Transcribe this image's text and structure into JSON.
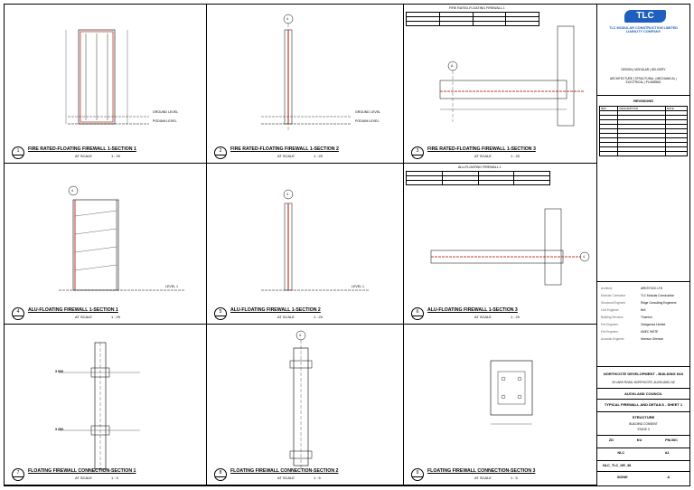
{
  "panels": [
    {
      "num": "1",
      "sheet": "-",
      "title": "FIRE RATED-FLOATING FIREWALL 1-SECTION 1",
      "scale_label": "AT SCALE",
      "ratio": "1 : 20"
    },
    {
      "num": "2",
      "sheet": "-",
      "title": "FIRE RATED-FLOATING FIREWALL 1-SECTION 2",
      "scale_label": "AT SCALE",
      "ratio": "1 : 20"
    },
    {
      "num": "3",
      "sheet": "-",
      "title": "FIRE RATED-FLOATING FIREWALL 1-SECTION 3",
      "scale_label": "AT SCALE",
      "ratio": "1 : 20"
    },
    {
      "num": "4",
      "sheet": "-",
      "title": "ALU-FLOATING FIREWALL 1-SECTION 1",
      "scale_label": "AT SCALE",
      "ratio": "1 : 20"
    },
    {
      "num": "5",
      "sheet": "-",
      "title": "ALU-FLOATING FIREWALL 1-SECTION 2",
      "scale_label": "AT SCALE",
      "ratio": "1 : 20"
    },
    {
      "num": "6",
      "sheet": "-",
      "title": "ALU-FLOATING FIREWALL 1-SECTION 3",
      "scale_label": "AT SCALE",
      "ratio": "1 : 20"
    },
    {
      "num": "7",
      "sheet": "-",
      "title": "FLOATING FIREWALL CONNECTION-SECTION 1",
      "scale_label": "AT SCALE",
      "ratio": "1 : 5"
    },
    {
      "num": "8",
      "sheet": "-",
      "title": "FLOATING FIREWALL CONNECTION-SECTION 2",
      "scale_label": "AT SCALE",
      "ratio": "1 : 5"
    },
    {
      "num": "9",
      "sheet": "-",
      "title": "FLOATING FIREWALL CONNECTION-SECTION 3",
      "scale_label": "AT SCALE",
      "ratio": "1 : 5"
    }
  ],
  "annotations": {
    "ground_level": "GROUND LEVEL",
    "podium_level": "PODIUM LEVEL",
    "level_1": "LEVEL 1",
    "grid_a": "A",
    "grid_4": "4",
    "dim_3000": "3 000",
    "dim_3200": "3 200",
    "table_title_fire": "FIRE RATED-FLOATING FIREWALL 1",
    "table_title_alu": "ALU-FLOATING FIREWALL 1"
  },
  "titleblock": {
    "logo": "TLC",
    "company": "TLC MODULAR CONSTRUCTION LIMITED LIABILITY COMPANY",
    "tagline": "DESIGN | MODULAR | DELIVERY",
    "services": "ARCHITECTURE | STRUCTURAL | MECHANICAL | ELECTRICAL | PLUMBING",
    "revisions_header": "REVISIONS",
    "rev_cols": [
      "REV",
      "DESCRIPTION",
      "DATE"
    ],
    "consultants": [
      [
        "Architect",
        "ARKSTOCK LTD"
      ],
      [
        "Modular Contractor",
        "TLC Modular Construction"
      ],
      [
        "Structural Engineer",
        "Ridge Consulting Engineers"
      ],
      [
        "Civil Engineer",
        "Bell"
      ],
      [
        "Building Services",
        "Thornton"
      ],
      [
        "Fire Engineer",
        "Octagonica Limited"
      ],
      [
        "Fire Engineer",
        "AMEC WSTE"
      ],
      [
        "Acoustic Engineer",
        "Harrison Grierson"
      ]
    ],
    "project": "NORTHCOTE DEVELOPMENT - BUILDING N16",
    "address": "20 LAKE ROAD, NORTHCOTE, AUCKLAND, NZ",
    "council": "AUCKLAND COUNCIL",
    "drawing_title": "TYPICAL FIREWALL AND DETAILS - SHEET 1",
    "discipline": "STRUCTURE",
    "stage": "BUILDING CONSENT",
    "stage2": "STAGE 3",
    "codes": [
      "ZD",
      "KU",
      "PN/JDC"
    ],
    "client": "NLC",
    "size": "A1",
    "drawing_no": "NLC_TLC_DR_38",
    "rev": "A",
    "status": "SIGNE"
  }
}
